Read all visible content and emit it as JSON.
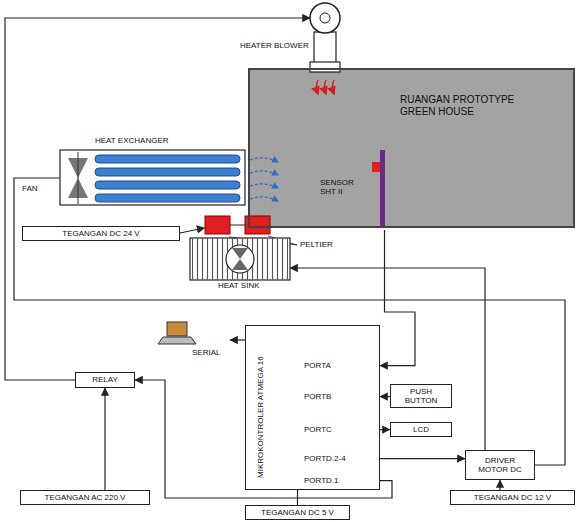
{
  "diagram": {
    "nodes": [
      {
        "text": [
          "HEATER BLOWER"
        ]
      },
      {
        "text": [
          "RUANGAN PROTOTYPE GREEN HOUSE"
        ]
      },
      {
        "text": [
          "SENSOR SHT II"
        ],
        "in": 1
      },
      {
        "text": [
          "HEAT EXCHANGER"
        ]
      },
      {
        "text": [
          "TEGANGAN DC 24 V"
        ]
      },
      {
        "text": [
          "HEAT SINK"
        ]
      },
      {
        "text": [
          "RELAY"
        ]
      },
      {
        "text": [
          "SERIAL"
        ]
      },
      {
        "text": [
          "MIKROKONTROLER ATMEGA 16",
          "PORTA",
          "PORTB",
          "PORTC",
          "PORTD.2-4",
          "PORTD.1"
        ]
      },
      {
        "text": [
          "PUSH BUTTON"
        ]
      },
      {
        "text": [
          "LCD"
        ]
      },
      {
        "text": [
          "DRIVER MOTOR DC"
        ]
      },
      {
        "text": [
          "TEGANGAN AC 220 V"
        ]
      },
      {
        "text": [
          "TEGANGAN DC 5 V"
        ]
      },
      {
        "text": [
          "TEGANGAN DC 12 V"
        ]
      }
    ],
    "edges": [
      {
        "from": 6,
        "to": 0,
        "arrow": "to"
      },
      {
        "from": 2,
        "to": 8,
        "arrow": "to"
      },
      {
        "from": 9,
        "to": 8,
        "arrow": "to"
      },
      {
        "from": 8,
        "to": 10,
        "arrow": "to"
      },
      {
        "from": 8,
        "to": 11,
        "arrow": "to"
      },
      {
        "from": 14,
        "to": 11,
        "arrow": "to"
      },
      {
        "from": 11,
        "to": 5,
        "arrow": "to"
      },
      {
        "from": 11,
        "to": 3,
        "arrow": "none"
      },
      {
        "from": 8,
        "to": 7,
        "arrow": "to"
      },
      {
        "from": 8,
        "to": 6,
        "arrow": "to"
      },
      {
        "from": 12,
        "to": 6,
        "arrow": "to"
      },
      {
        "from": 13,
        "to": 8,
        "arrow": "none"
      }
    ],
    "labels": [
      "FAN",
      "PELTIER"
    ]
  }
}
